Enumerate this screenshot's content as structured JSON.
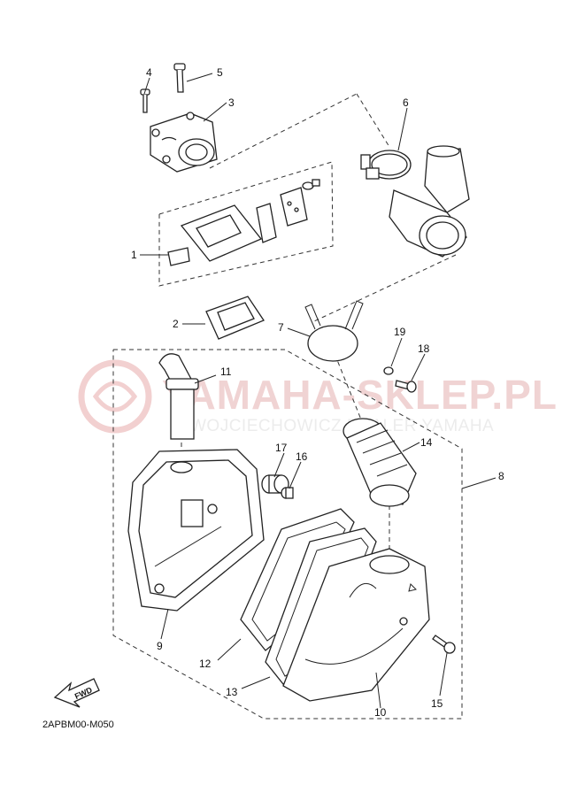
{
  "watermark": {
    "brand": "YAMAHA-SKLEP.PL",
    "dealer": "WOJCIECHOWICZ DEALER YAMAHA"
  },
  "diagram_code": "2APBM00-M050",
  "fwd_label": "FWD",
  "callouts": [
    {
      "id": "1",
      "text": "1"
    },
    {
      "id": "2",
      "text": "2"
    },
    {
      "id": "3",
      "text": "3"
    },
    {
      "id": "4",
      "text": "4"
    },
    {
      "id": "5",
      "text": "5"
    },
    {
      "id": "6",
      "text": "6"
    },
    {
      "id": "7",
      "text": "7"
    },
    {
      "id": "8",
      "text": "8"
    },
    {
      "id": "9",
      "text": "9"
    },
    {
      "id": "10",
      "text": "10"
    },
    {
      "id": "11",
      "text": "11"
    },
    {
      "id": "12",
      "text": "12"
    },
    {
      "id": "13",
      "text": "13"
    },
    {
      "id": "14",
      "text": "14"
    },
    {
      "id": "15",
      "text": "15"
    },
    {
      "id": "16",
      "text": "16"
    },
    {
      "id": "17",
      "text": "17"
    },
    {
      "id": "18",
      "text": "18"
    },
    {
      "id": "19",
      "text": "19"
    }
  ]
}
